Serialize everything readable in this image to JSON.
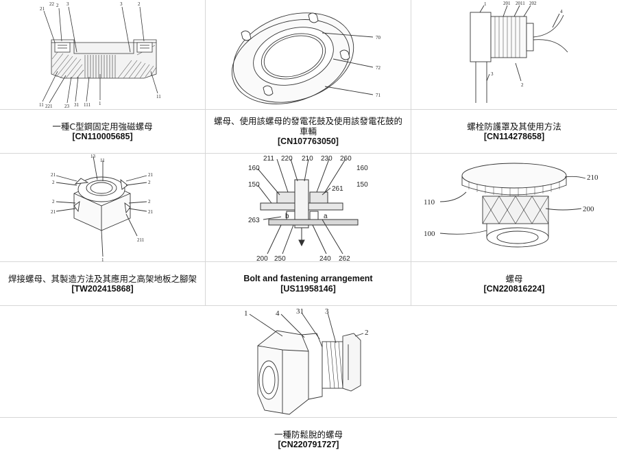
{
  "cells": [
    {
      "title": "一種C型鋼固定用強磁螺母",
      "number": "[CN110005685]",
      "labels": [
        "21",
        "2",
        "3",
        "3",
        "2",
        "22",
        "11",
        "221",
        "23",
        "31",
        "111",
        "1",
        "11"
      ]
    },
    {
      "title": "螺母、使用該螺母的發電花鼓及使用該發電花鼓的車輛",
      "number": "[CN107763050]",
      "labels": [
        "70",
        "72",
        "71"
      ]
    },
    {
      "title": "螺栓防護罩及其使用方法",
      "number": "[CN114278658]",
      "labels": [
        "1",
        "201",
        "2011",
        "202",
        "4",
        "3",
        "2"
      ]
    },
    {
      "title": "焊接螺母、其製造方法及其應用之高架地板之腳架",
      "number": "[TW202415868]",
      "labels": [
        "13",
        "11",
        "21",
        "2",
        "21",
        "2",
        "2",
        "2",
        "21",
        "21",
        "211",
        "1"
      ]
    },
    {
      "title": "Bolt and fastening arrangement",
      "number": "[US11958146]",
      "labels": [
        "211",
        "220",
        "210",
        "230",
        "260",
        "160",
        "160",
        "150",
        "150",
        "261",
        "263",
        "b",
        "a",
        "200",
        "250",
        "240",
        "262"
      ]
    },
    {
      "title": "螺母",
      "number": "[CN220816224]",
      "labels": [
        "210",
        "200",
        "110",
        "100"
      ]
    },
    {
      "title": "一種防鬆脫的螺母",
      "number": "[CN220791727]",
      "labels": [
        "1",
        "4",
        "31",
        "3",
        "2"
      ]
    }
  ]
}
